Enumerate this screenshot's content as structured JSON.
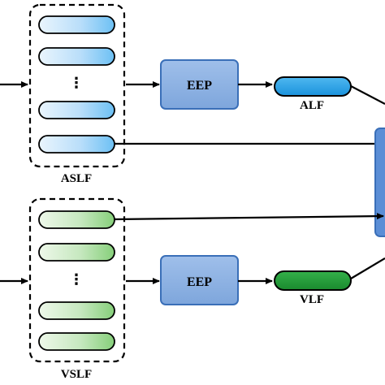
{
  "groups": {
    "audio": {
      "label": "ASLF",
      "ellipsis": "⋮",
      "block_label": "EEP",
      "output_label": "ALF",
      "color": "#29a3e8"
    },
    "visual": {
      "label": "VSLF",
      "ellipsis": "⋮",
      "block_label": "EEP",
      "output_label": "VLF",
      "color": "#1f9a3a"
    }
  },
  "colors": {
    "block_fill": "#7ea6dc",
    "block_stroke": "#3a6fb8",
    "fusion_fill": "#5b8ed6"
  }
}
